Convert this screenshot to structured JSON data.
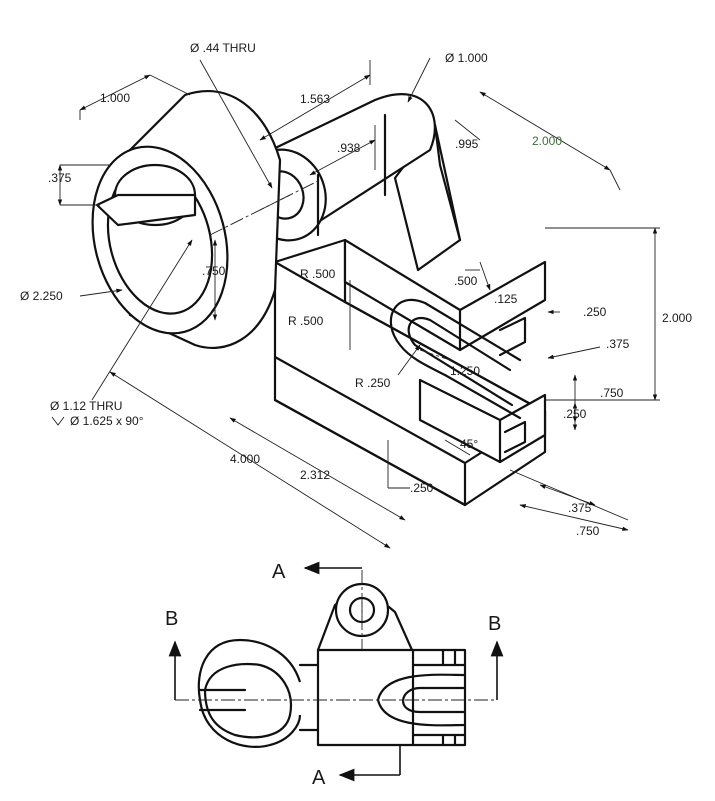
{
  "iso_dimensions": {
    "hole_044": "Ø .44 THRU",
    "outer_dia_1000": "Ø 1.000",
    "d_1000": "1.000",
    "d_1563": "1.563",
    "d_995": ".995",
    "d_2000_top": "2.000",
    "d_938": ".938",
    "d_375_left": ".375",
    "d_750_inner": ".750",
    "dia_2250": "Ø 2.250",
    "r_500_a": "R .500",
    "r_500_b": "R .500",
    "d_500_slot": ".500",
    "d_125": ".125",
    "d_250_right": ".250",
    "d_2000_right": "2.000",
    "d_375_right": ".375",
    "r_250": "R .250",
    "d_1250": "1.250",
    "d_750_right": ".750",
    "d_250_mid": ".250",
    "angle_45": "45°",
    "hole_112": "Ø 1.12 THRU",
    "csk_1625": "Ø 1.625 x 90°",
    "d_4000": "4.000",
    "d_2312": "2.312",
    "d_250_bottom": ".250",
    "d_375_bottom": ".375",
    "d_750_bottom": ".750"
  },
  "top_view": {
    "section_a_top": "A",
    "section_a_bottom": "A",
    "section_b_left": "B",
    "section_b_right": "B"
  }
}
